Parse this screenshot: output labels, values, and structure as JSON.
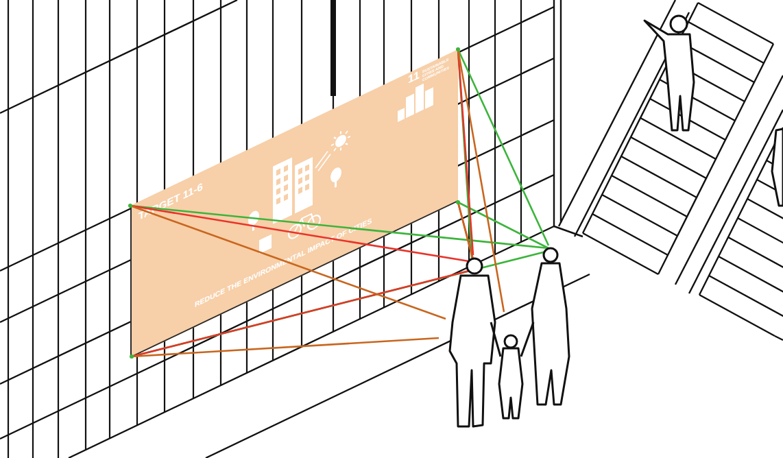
{
  "diagram": {
    "nodes": [
      {
        "text": [
          "11",
          "SUSTAINABLE CITIES AND COMMUNITIES",
          "TARGET 11-6",
          "REDUCE THE ENVIRONMENTAL IMPACT OF CITIES"
        ]
      }
    ]
  }
}
